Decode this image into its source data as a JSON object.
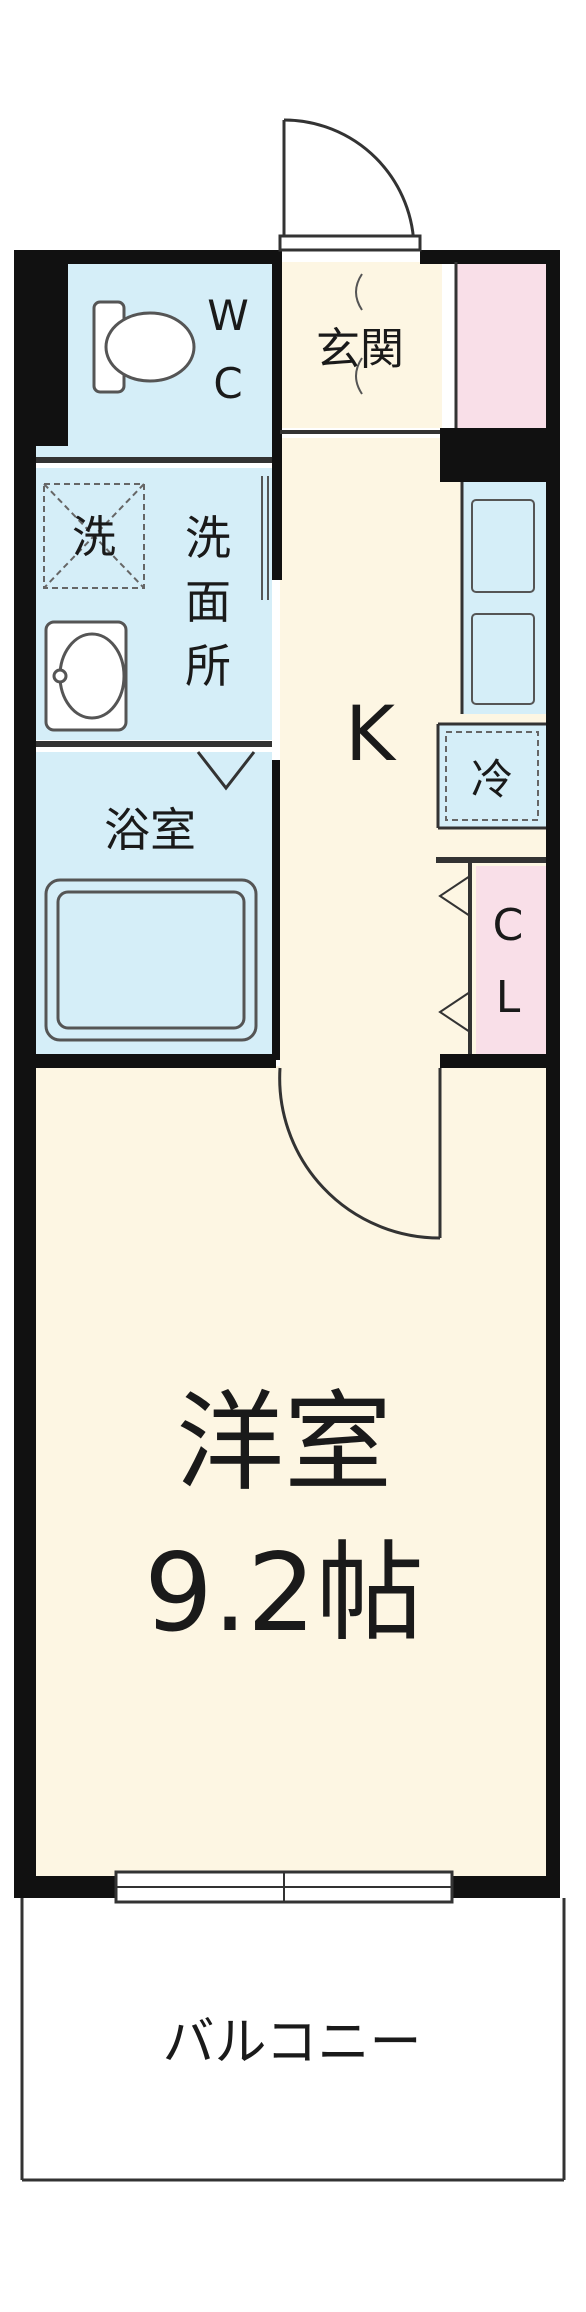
{
  "rooms": {
    "wc": {
      "line1": "W",
      "line2": "C"
    },
    "entrance": {
      "label": "玄関"
    },
    "washer": {
      "label": "洗"
    },
    "washroom": {
      "line1": "洗",
      "line2": "面",
      "line3": "所"
    },
    "kitchen": {
      "label": "K"
    },
    "fridge": {
      "label": "冷"
    },
    "bathroom": {
      "label": "浴室"
    },
    "closet": {
      "line1": "C",
      "line2": "L"
    },
    "western_room": {
      "name": "洋室",
      "size": "9.2帖"
    },
    "balcony": {
      "label": "バルコニー"
    }
  },
  "colors": {
    "wall": "#111111",
    "floor": "#fdf6e3",
    "wet_area": "#d5eef8",
    "storage": "#f9dfe8",
    "fixture_line": "#555555",
    "balcony": "#ffffff"
  }
}
